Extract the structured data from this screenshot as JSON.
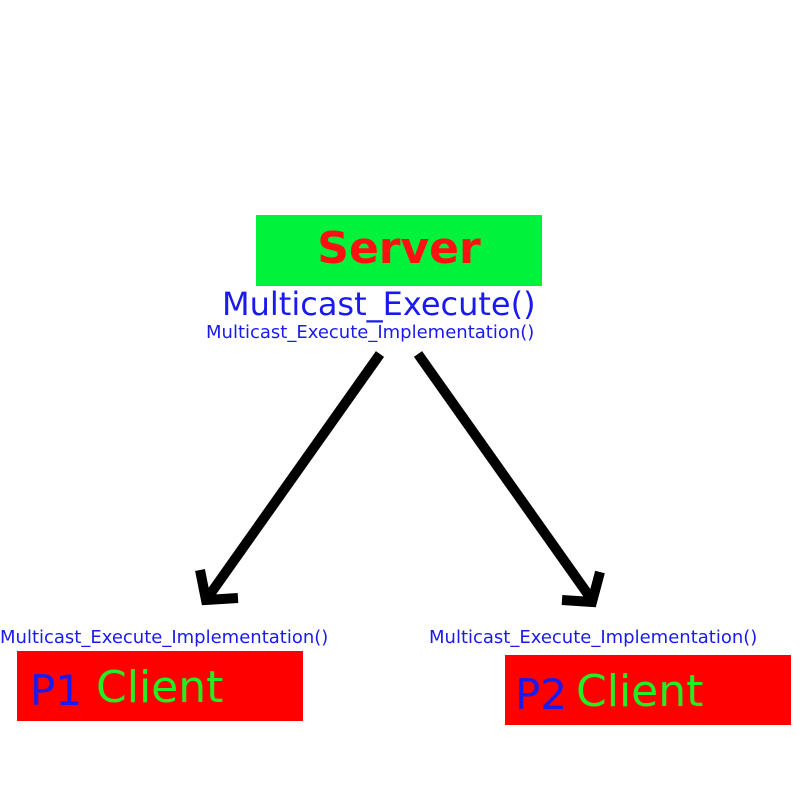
{
  "server": {
    "label": "Server",
    "call": "Multicast_Execute()",
    "impl": "Multicast_Execute_Implementation()"
  },
  "clients": [
    {
      "impl": "Multicast_Execute_Implementation()",
      "id": "P1",
      "label": "Client"
    },
    {
      "impl": "Multicast_Execute_Implementation()",
      "id": "P2",
      "label": "Client"
    }
  ],
  "colors": {
    "server_box": "#00f23a",
    "server_text": "#ff1111",
    "client_box": "#ff0000",
    "client_text": "#22ee22",
    "function_text": "#1a1aee",
    "arrow": "#000000"
  }
}
